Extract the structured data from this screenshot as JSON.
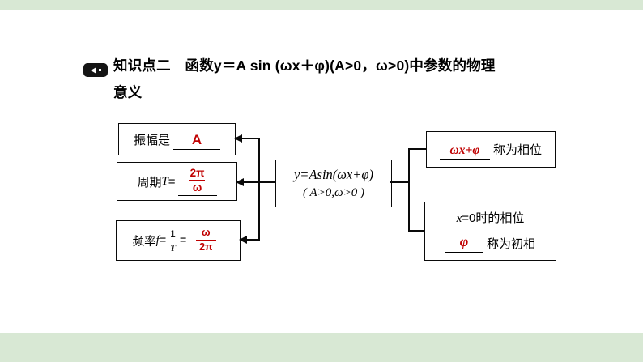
{
  "slide": {
    "background_color": "#ffffff",
    "border_strip_color": "#d8e8d4"
  },
  "header": {
    "icon": "knowledge-point-icon",
    "title_line1": "知识点二　函数y＝A sin (ωx＋φ)(A>0，ω>0)中参数的物理",
    "title_line2": "意义"
  },
  "diagram": {
    "colors": {
      "answer_red": "#c00000",
      "line_color": "#0a0a0a"
    },
    "center_box": {
      "line1": "y=Asin(ωx+φ)",
      "line2": "( A>0,ω>0 )"
    },
    "amplitude_box": {
      "label": "振幅是",
      "answer": "A"
    },
    "period_box": {
      "label_text": "周期",
      "label_var": "T",
      "label_eq": "=",
      "answer_numerator": "2π",
      "answer_denominator": "ω"
    },
    "frequency_box": {
      "label_text": "频率",
      "label_var": "f",
      "eq1": "=",
      "frac1_numerator": "1",
      "frac1_denominator": "T",
      "eq2": "=",
      "answer_numerator": "ω",
      "answer_denominator": "2π"
    },
    "phase_box": {
      "answer": "ωx+φ",
      "label": "称为相位"
    },
    "initial_phase_box": {
      "line1_var": "x",
      "line1_rest": "=0时的相位",
      "answer": "φ",
      "label": "称为初相"
    }
  }
}
